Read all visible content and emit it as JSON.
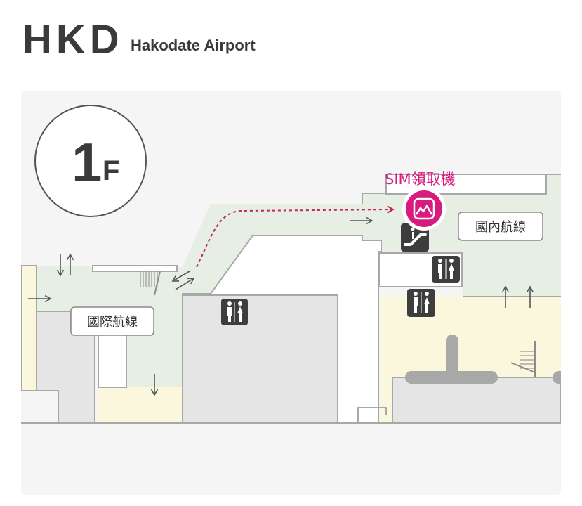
{
  "header": {
    "code": "HKD",
    "airport_name": "Hakodate Airport"
  },
  "map": {
    "floor": {
      "number": "1",
      "suffix": "F"
    },
    "labels": {
      "international": "國際航線",
      "domestic": "國內航線",
      "sim_pickup": "SIM領取機"
    },
    "icons": [
      "restroom-icon",
      "escalator-icon",
      "sim-machine-icon",
      "arrow-icon",
      "stairs-icon"
    ],
    "colors": {
      "sim": "#d81b7e",
      "route": "#c4245a",
      "public_area": "#e7eee3",
      "shop_area": "#fbf7dc",
      "building_block": "#e5e5e5",
      "outline": "#a8a8a8",
      "icon_dark": "#3d3d3d"
    }
  }
}
